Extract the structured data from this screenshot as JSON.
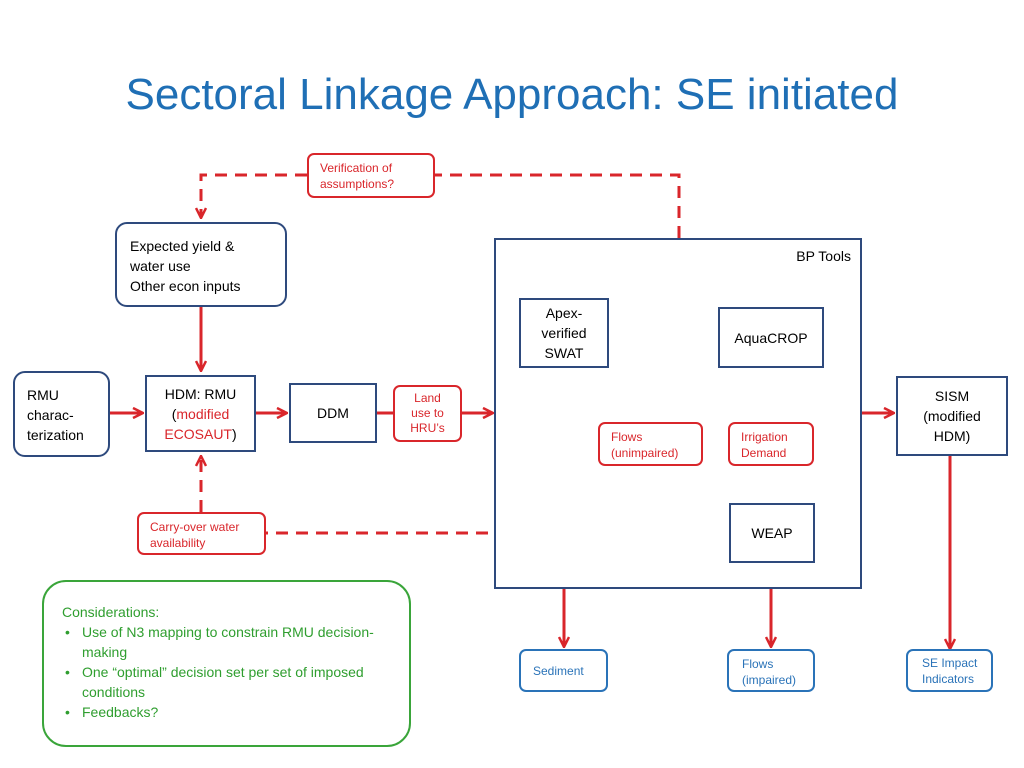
{
  "title": "Sectoral Linkage Approach: SE initiated",
  "verification": "Verification of assumptions?",
  "expected": [
    "Expected yield &",
    "water use",
    "Other econ inputs"
  ],
  "rmu": [
    "RMU",
    "charac-",
    "terization"
  ],
  "hdm": {
    "line1": "HDM: RMU",
    "open": "(",
    "modified": "modified",
    "ecosaut": "ECOSAUT",
    "close": ")"
  },
  "ddm": "DDM",
  "land_use": [
    "Land",
    "use to",
    "HRU’s"
  ],
  "bp_tools": "BP Tools",
  "apex": [
    "Apex-",
    "verified",
    "SWAT"
  ],
  "aquacrop": "AquaCROP",
  "flows_unimpaired": [
    "Flows",
    "(unimpaired)"
  ],
  "irrigation": [
    "Irrigation",
    "Demand"
  ],
  "weap": "WEAP",
  "carryover": [
    "Carry-over water",
    "availability"
  ],
  "sism": [
    "SISM",
    "(modified",
    "HDM)"
  ],
  "sediment": "Sediment",
  "flows_impaired": [
    "Flows",
    "(impaired)"
  ],
  "se_impact": [
    "SE Impact",
    "Indicators"
  ],
  "considerations": {
    "heading": "Considerations:",
    "items": [
      "Use of N3 mapping to constrain RMU decision-making",
      "One “optimal” decision set per set of imposed conditions",
      "Feedbacks?"
    ]
  },
  "colors": {
    "title": "#1f6fb5",
    "arrow": "#d9262b",
    "box_border": "#2e4a7d",
    "output": "#2a73b8",
    "considerations": "#3aa53a"
  }
}
